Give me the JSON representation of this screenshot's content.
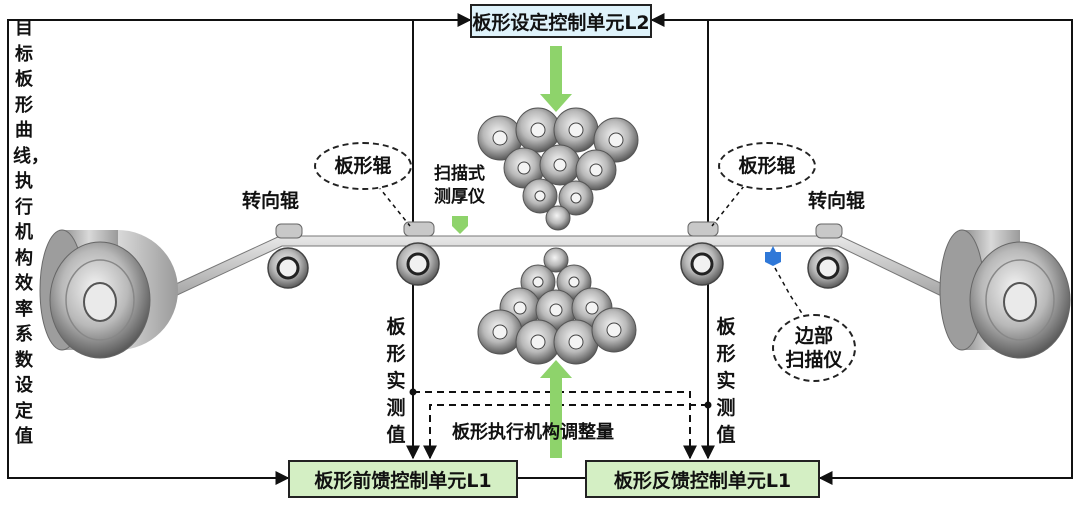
{
  "left_vertical_label": "目标板形曲线，执行机构效率系数设定值",
  "boxes": {
    "l2": "板形设定控制单元L2",
    "ff": "板形前馈控制单元L1",
    "fb": "板形反馈控制单元L1"
  },
  "labels": {
    "turn_roll_left": "转向辊",
    "turn_roll_right": "转向辊",
    "shape_roll_left": "板形辊",
    "shape_roll_right": "板形辊",
    "thickness_gauge_line1": "扫描式",
    "thickness_gauge_line2": "测厚仪",
    "edge_scanner_line1": "边部",
    "edge_scanner_line2": "扫描仪",
    "measured_left": "板形实测值",
    "measured_right": "板形实测值",
    "actuator_adjust": "板形执行机构调整量"
  },
  "colors": {
    "l2_box_fill": "#dff3fb",
    "l1_box_fill": "#d4efc4",
    "green_arrow": "#8ed36b",
    "edge_scanner_marker": "#2f78d8",
    "line": "#111111"
  }
}
